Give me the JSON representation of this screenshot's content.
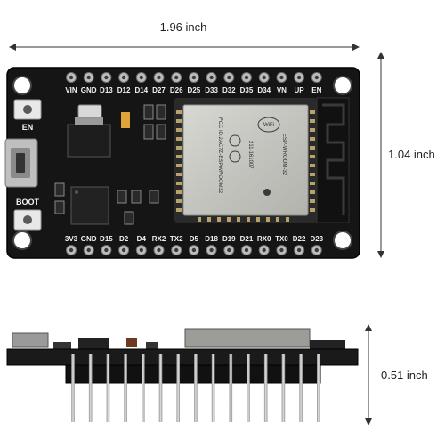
{
  "dimensions": {
    "width_label": "1.96 inch",
    "height_label": "1.04 inch",
    "thickness_label": "0.51 inch"
  },
  "board": {
    "top_pins": [
      "VIN",
      "GND",
      "D13",
      "D12",
      "D14",
      "D27",
      "D26",
      "D25",
      "D33",
      "D32",
      "D35",
      "D34",
      "VN",
      "UP",
      "EN"
    ],
    "bottom_pins": [
      "3V3",
      "GND",
      "D15",
      "D2",
      "D4",
      "RX2",
      "TX2",
      "D5",
      "D18",
      "D19",
      "D21",
      "RX0",
      "TX0",
      "D22",
      "D23"
    ],
    "buttons": {
      "en_label": "EN",
      "boot_label": "BOOT"
    },
    "module": {
      "brand": "WiFi",
      "model": "ESP-WROOM-32",
      "fcc_id": "FCC ID:2AC7Z-ESPWROOM32",
      "cert_code": "211-161007"
    },
    "colors": {
      "pcb": "#151515",
      "module_shield": "#c9c9c4",
      "pin_metal": "#bdbdbd",
      "antenna_trace": "#3a3a3a"
    }
  },
  "icons": [
    "ce-mark-icon",
    "wifi-logo-icon",
    "usb-port-icon",
    "dimension-arrow-icon"
  ]
}
